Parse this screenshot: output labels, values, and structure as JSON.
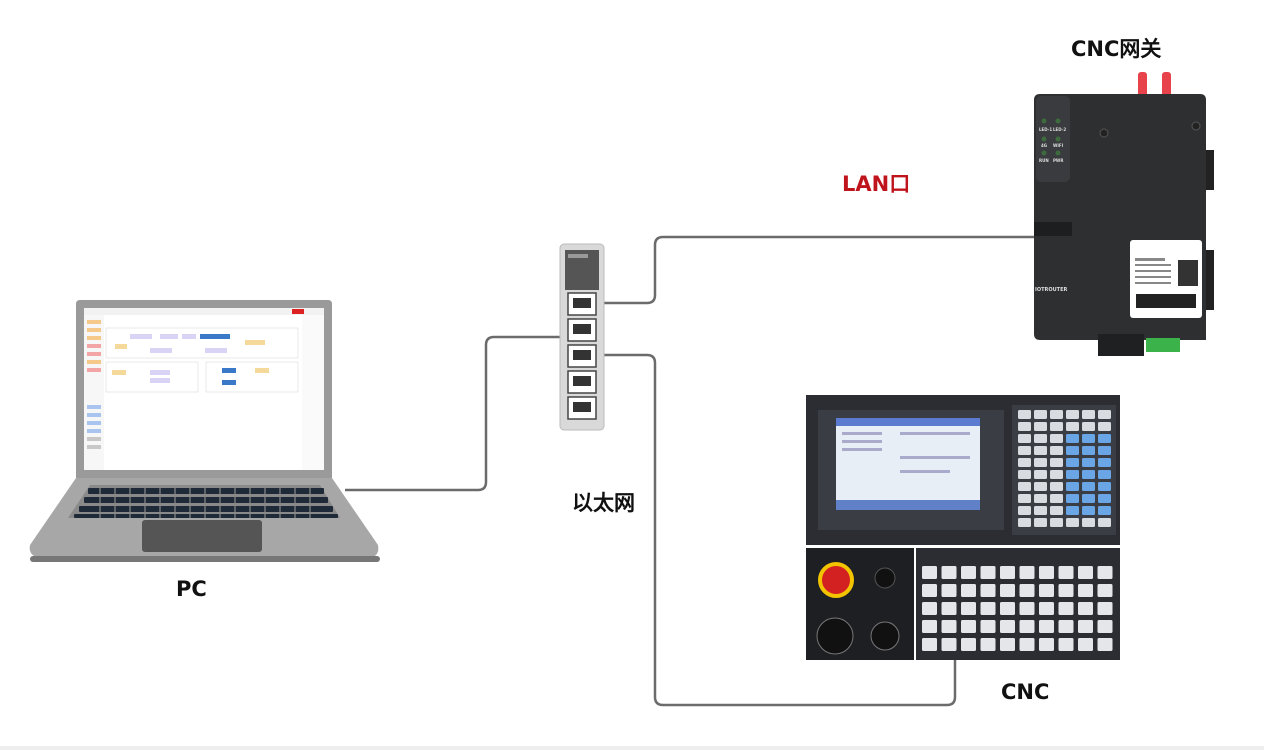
{
  "labels": {
    "gateway": "CNC网关",
    "lan_port": "LAN口",
    "ethernet": "以太网",
    "pc": "PC",
    "cnc": "CNC"
  },
  "gateway_device": {
    "led_labels": [
      "LED-1",
      "LED-2",
      "4G",
      "WIFI",
      "RUN",
      "PWR"
    ],
    "brand": "IOTROUTER"
  },
  "colors": {
    "cable": "#6b6b6b",
    "lan_label": "#c0141c",
    "gateway_body": "#2e2f31",
    "antenna": "#e8434b",
    "switch_body": "#d9d9d9"
  }
}
